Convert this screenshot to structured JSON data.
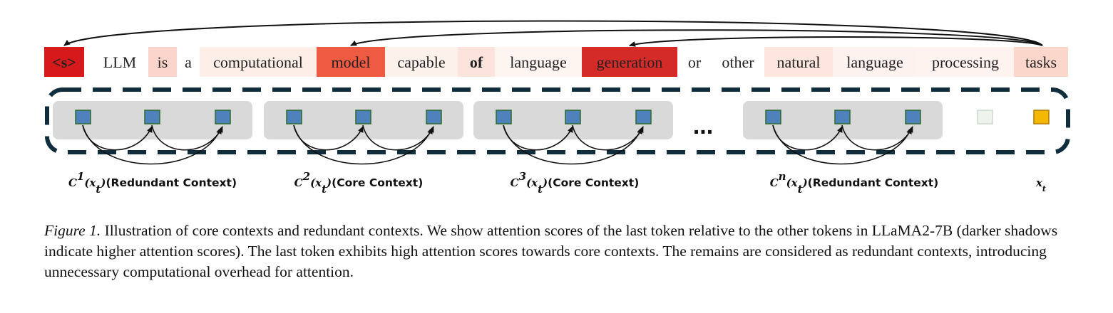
{
  "tokens": [
    {
      "text": "<s>",
      "color": "#d7191c",
      "bold": true
    },
    {
      "text": "LLM",
      "color": "#ffffff",
      "bold": false
    },
    {
      "text": "is",
      "color": "#fbd5cb",
      "bold": false
    },
    {
      "text": "a",
      "color": "#ffffff",
      "bold": false
    },
    {
      "text": "computational",
      "color": "#fdeee8",
      "bold": false
    },
    {
      "text": "model",
      "color": "#ee5a42",
      "bold": false
    },
    {
      "text": "capable",
      "color": "#fdf1ec",
      "bold": false
    },
    {
      "text": "of",
      "color": "#fce3db",
      "bold": true
    },
    {
      "text": "language",
      "color": "#fef4f0",
      "bold": false
    },
    {
      "text": "generation",
      "color": "#d42b29",
      "bold": false
    },
    {
      "text": "or",
      "color": "#ffffff",
      "bold": false
    },
    {
      "text": "other",
      "color": "#ffffff",
      "bold": false
    },
    {
      "text": "natural",
      "color": "#fde6de",
      "bold": false
    },
    {
      "text": "language",
      "color": "#fef2ee",
      "bold": false
    },
    {
      "text": "processing",
      "color": "#fef3ef",
      "bold": false
    },
    {
      "text": "tasks",
      "color": "#fbd6cb",
      "bold": false
    }
  ],
  "groups": [
    {
      "symbol": "C",
      "sup": "1",
      "arg": "(x",
      "sub": "t",
      "close": ")",
      "label_open": "(",
      "label": "Redundant Context",
      "label_close": ")",
      "label_color": "#111111",
      "kind": "redundant"
    },
    {
      "symbol": "C",
      "sup": "2",
      "arg": "(x",
      "sub": "t",
      "close": ")",
      "label_open": "(",
      "label": "Core  Context",
      "label_close": ")",
      "label_color": "#c00000",
      "kind": "core"
    },
    {
      "symbol": "C",
      "sup": "3",
      "arg": "(x",
      "sub": "t",
      "close": ")",
      "label_open": "(",
      "label": "Core  Context",
      "label_close": ")",
      "label_color": "#c00000",
      "kind": "core"
    },
    {
      "symbol": "C",
      "sup": "n",
      "arg": "(x",
      "sub": "t",
      "close": ")",
      "label_open": "(",
      "label": "Redundant Context",
      "label_close": ")",
      "label_color": "#111111",
      "kind": "redundant"
    }
  ],
  "ellipsis": "...",
  "current_token": {
    "symbol": "x",
    "sub": "t"
  },
  "colors": {
    "block": "#4f81bd",
    "block_border": "#2d6a2d",
    "group_bg": "#d9d9d9",
    "dashed_border": "#0f2d3d",
    "current_token": "#f5b800",
    "current_token_border": "#b07c00",
    "faded_block": "#eef3ee"
  },
  "caption": {
    "figure_label": "Figure 1.",
    "text": " Illustration of core contexts and redundant contexts. We show attention scores of the last token relative to the other tokens in LLaMA2-7B (darker shadows indicate higher attention scores). The last token exhibits high attention scores towards core contexts. The remains are considered as redundant contexts, introducing unnecessary computational overhead for attention."
  }
}
